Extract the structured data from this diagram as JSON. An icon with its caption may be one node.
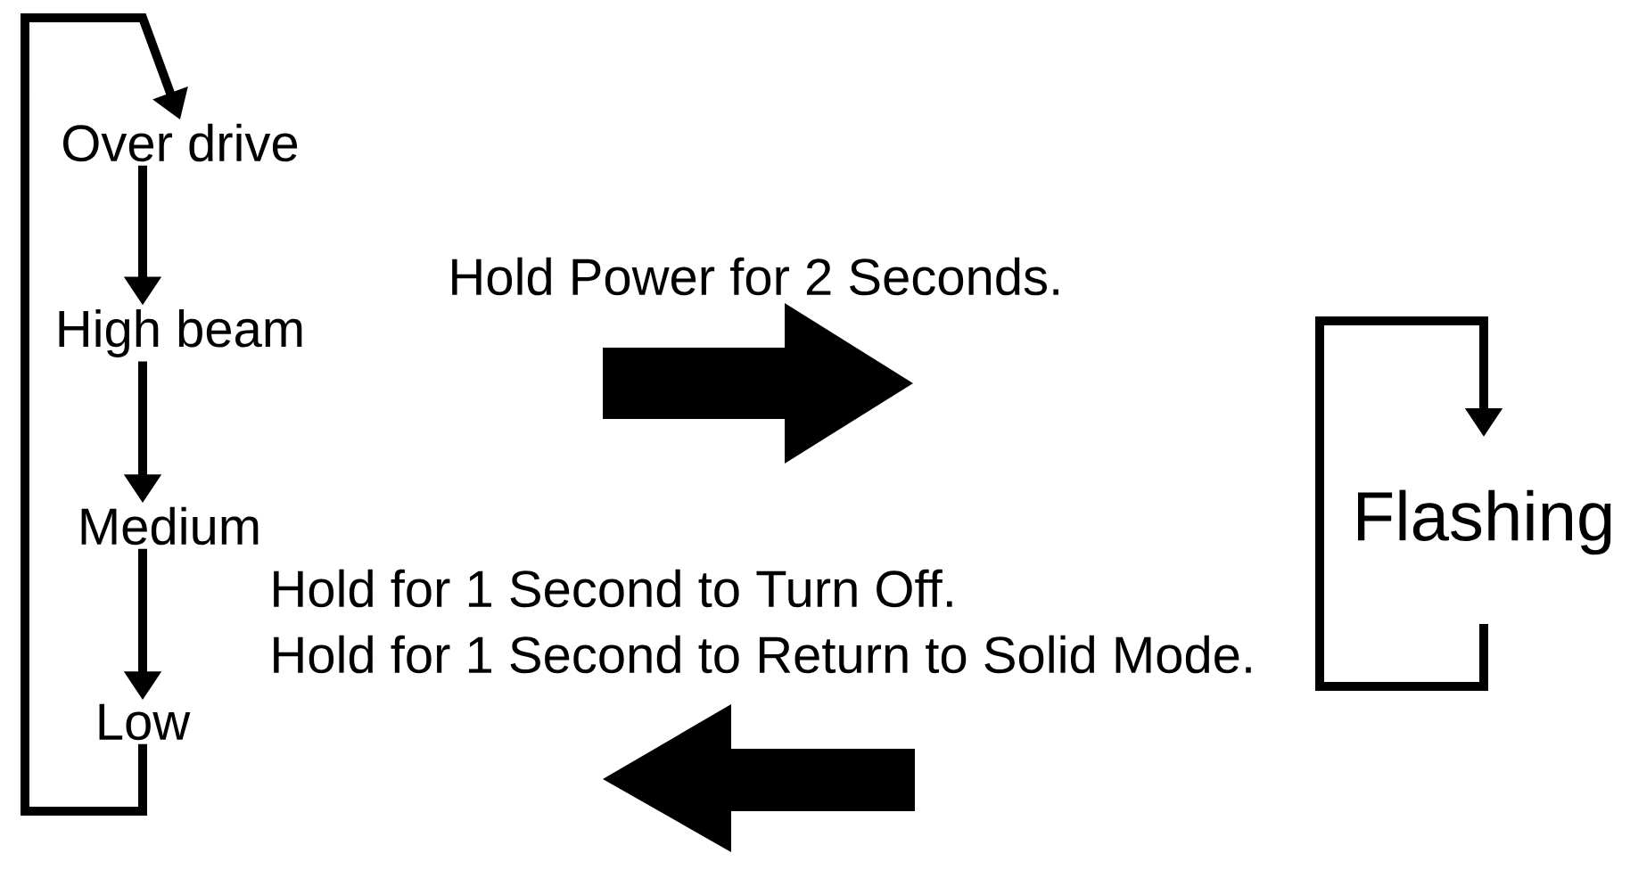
{
  "diagram": {
    "nodes": [
      {
        "text": [
          "Over drive"
        ]
      },
      {
        "text": [
          "High beam"
        ]
      },
      {
        "text": [
          "Medium"
        ]
      },
      {
        "text": [
          "Low"
        ]
      },
      {
        "text": [
          "Flashing"
        ]
      }
    ],
    "edges": [
      {
        "from": 0,
        "to": 1,
        "arrow": "to"
      },
      {
        "from": 1,
        "to": 2,
        "arrow": "to"
      },
      {
        "from": 2,
        "to": 3,
        "arrow": "to"
      },
      {
        "from": 3,
        "to": 0,
        "arrow": "to"
      },
      {
        "from": 4,
        "to": 4,
        "arrow": "to"
      }
    ],
    "labels": [
      "Hold Power for 2 Seconds.",
      "Hold for 1 Second to Turn Off.",
      "Hold for 1 Second to Return to Solid Mode."
    ]
  }
}
